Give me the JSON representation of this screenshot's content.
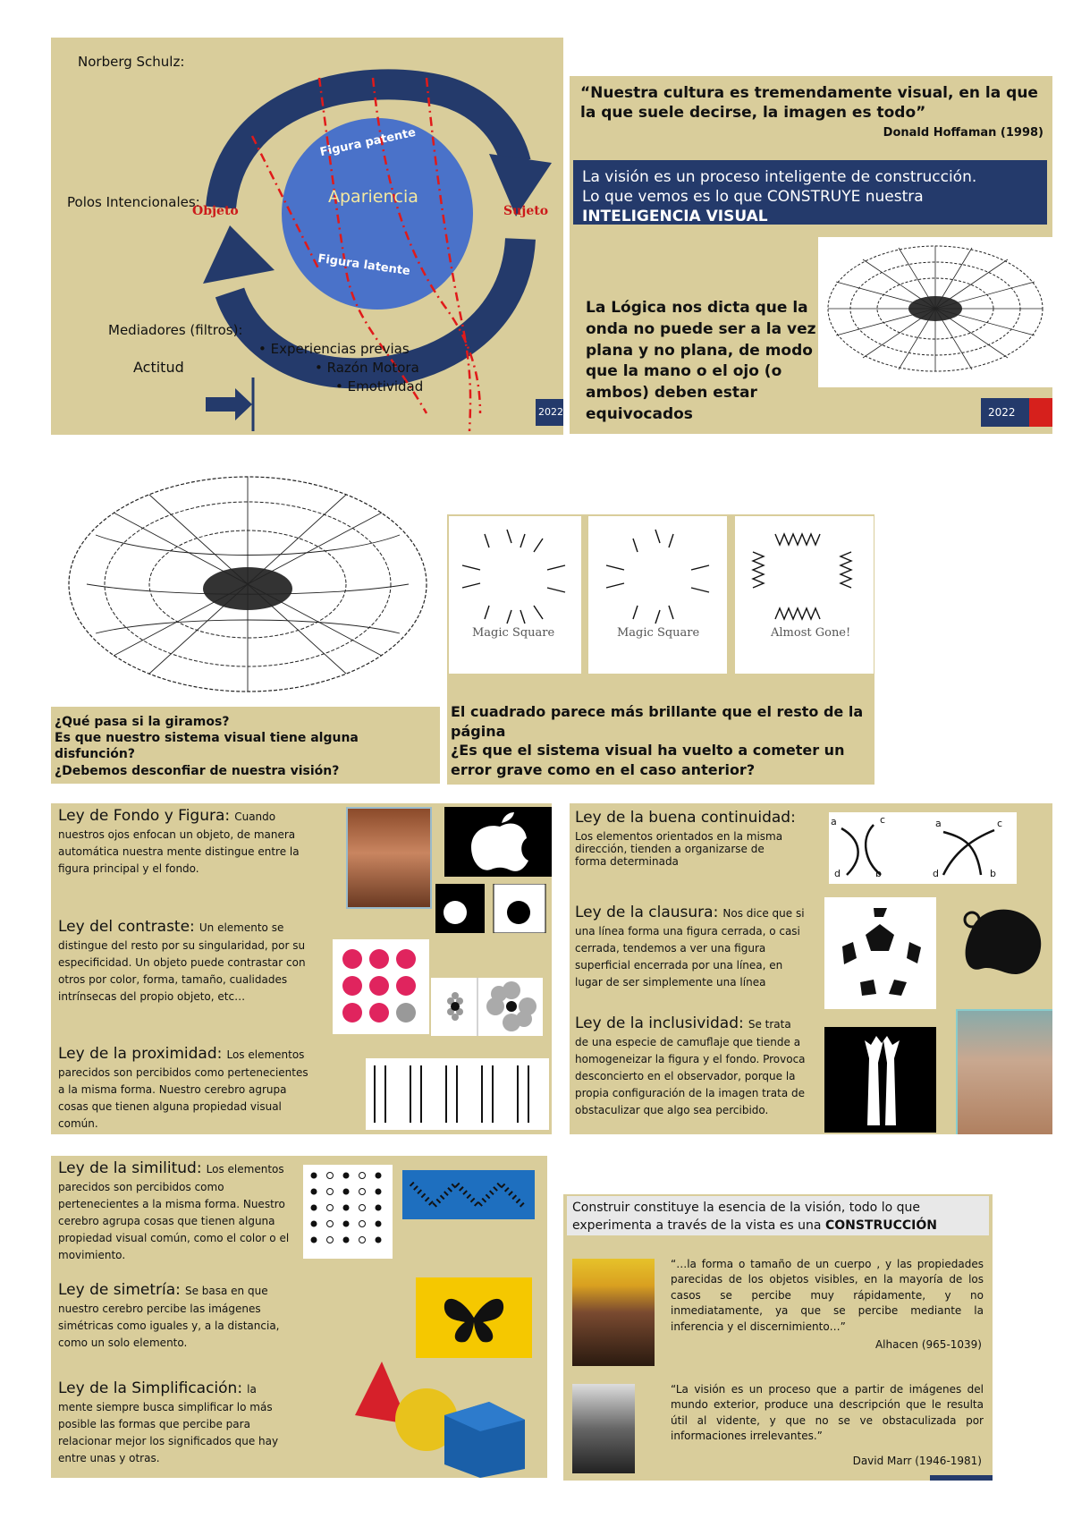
{
  "slide1": {
    "title": "Norberg Schulz:",
    "polos_label": "Polos Intencionales:",
    "objeto": "Objeto",
    "sujeto": "Sujeto",
    "circle_top": "Figura patente",
    "circle_center": "Apariencia",
    "circle_bottom": "Figura latente",
    "mediadores": "Mediadores (filtros):",
    "actitud": "Actitud",
    "bullets": [
      "Experiencias previas",
      "Razón Motora",
      "Emotividad"
    ],
    "year": "2022"
  },
  "slide2": {
    "quote": "“Nuestra cultura es tremendamente visual, en la que la que suele decirse, la imagen es todo”",
    "author": "Donald Hoffaman (1998)",
    "box_line1": "La visión es un proceso inteligente de construcción.",
    "box_line2": "Lo que vemos es lo que CONSTRUYE nuestra",
    "box_line3": "INTELIGENCIA VISUAL",
    "logic": "La Lógica nos dicta que la onda no puede ser a la vez plana y no plana, de modo que la mano o el ojo (o ambos) deben estar equivocados",
    "year": "2022"
  },
  "slide3": {
    "q1": "¿Qué pasa si la giramos?",
    "q2": "Es que nuestro sistema visual tiene alguna disfunción?",
    "q3": "¿Debemos desconfiar de nuestra visión?"
  },
  "slide4": {
    "captions": [
      "Magic Square",
      "Magic Square",
      "Almost Gone!"
    ],
    "text1": "El cuadrado parece más brillante que el resto de la página",
    "text2": "¿Es que el sistema visual ha vuelto a cometer un error grave como en el caso anterior?"
  },
  "slide5": {
    "l1_title": "Ley de Fondo y Figura:",
    "l1_body": "Cuando nuestros ojos enfocan un objeto, de manera automática nuestra mente distingue entre la figura principal y el fondo.",
    "l2_title": "Ley del contraste:",
    "l2_body": "Un elemento se distingue del resto por su singularidad, por su especificidad. Un objeto puede contrastar con otros por color, forma, tamaño, cualidades intrínsecas del propio objeto, etc…",
    "l3_title": "Ley de la proximidad:",
    "l3_body": "Los elementos parecidos son percibidos como pertenecientes a la misma forma. Nuestro cerebro agrupa cosas que tienen alguna propiedad visual común."
  },
  "slide6": {
    "l1_title": "Ley de la buena continuidad:",
    "l1_body": "Los elementos orientados en la misma dirección, tienden a organizarse de forma determinada",
    "l2_title": "Ley de la clausura:",
    "l2_body": "Nos dice que si una línea forma una figura cerrada, o casi cerrada, tendemos a ver una figura superficial encerrada por una línea, en lugar de ser simplemente una línea",
    "l3_title": "Ley de la inclusividad:",
    "l3_body": "Se trata de una especie de camuflaje que tiende a homogeneizar la figura y el fondo. Provoca desconcierto en el observador, porque la propia configuración de la imagen trata de obstaculizar que algo sea percibido.",
    "letters": [
      "a",
      "c",
      "d",
      "b",
      "a",
      "c",
      "d",
      "b"
    ]
  },
  "slide7": {
    "l1_title": "Ley de la similitud:",
    "l1_body": "Los elementos parecidos son percibidos como pertenecientes a la misma forma. Nuestro cerebro agrupa cosas que tienen alguna propiedad visual común, como el color o el movimiento.",
    "l2_title": "Ley de simetría:",
    "l2_body": "Se basa en que nuestro cerebro percibe las imágenes simétricas como iguales y, a la distancia, como un solo elemento.",
    "l3_title": "Ley de la Simplificación:",
    "l3_body": "la mente siempre busca simplificar lo más posible las formas que percibe para relacionar mejor los significados que hay entre unas y otras."
  },
  "slide8": {
    "header_line1": "Construir constituye la esencia de la visión, todo lo que",
    "header_line2": "experimenta a través de la vista es una ",
    "header_bold": "CONSTRUCCIÓN",
    "quote1": "“…la forma o tamaño de un cuerpo , y las propiedades parecidas de los objetos visibles, en la mayoría de los casos se percibe muy rápidamente, y no inmediatamente, ya que se percibe mediante la inferencia y el discernimiento…”",
    "author1": "Alhacen (965-1039)",
    "quote2": "“La visión es un proceso que a partir de imágenes del mundo exterior, produce una descripción que le resulta útil al vidente, y que no se ve obstaculizada por informaciones irrelevantes.”",
    "author2": "David Marr (1946-1981)"
  }
}
